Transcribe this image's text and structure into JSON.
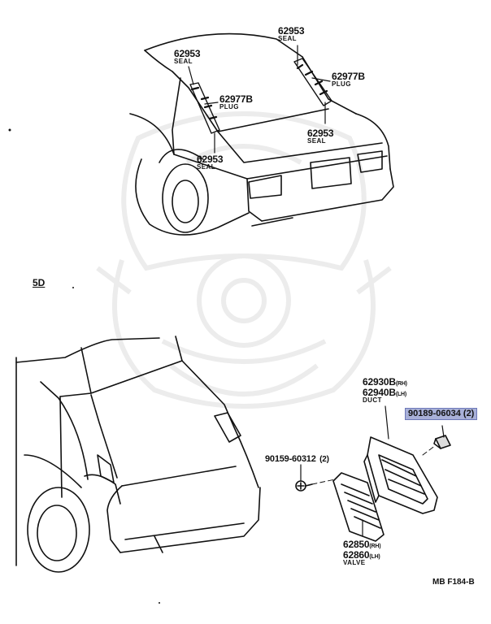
{
  "section_label": "5D",
  "diagram_code": "MB F184-B",
  "top": {
    "seal_top": {
      "pn": "62953",
      "desc": "SEAL"
    },
    "seal_left": {
      "pn": "62953",
      "desc": "SEAL"
    },
    "plug_right": {
      "pn": "62977B",
      "desc": "PLUG"
    },
    "plug_left": {
      "pn": "62977B",
      "desc": "PLUG"
    },
    "seal_right": {
      "pn": "62953",
      "desc": "SEAL"
    },
    "seal_bottom": {
      "pn": "62953",
      "desc": "SEAL"
    }
  },
  "bottom": {
    "duct": {
      "pn_rh": "62930B",
      "rh": "(RH)",
      "pn_lh": "62940B",
      "lh": "(LH)",
      "desc": "DUCT"
    },
    "clip": {
      "pn": "90189-06034",
      "qty": "(2)"
    },
    "screw": {
      "pn": "90159-60312",
      "qty": "(2)"
    },
    "valve": {
      "pn_rh": "62850",
      "rh": "(RH)",
      "pn_lh": "62860",
      "lh": "(LH)",
      "desc": "VALVE"
    }
  },
  "colors": {
    "ink": "#111111",
    "highlight": "#a8b0d8",
    "watermark": "#e9e9e9"
  }
}
